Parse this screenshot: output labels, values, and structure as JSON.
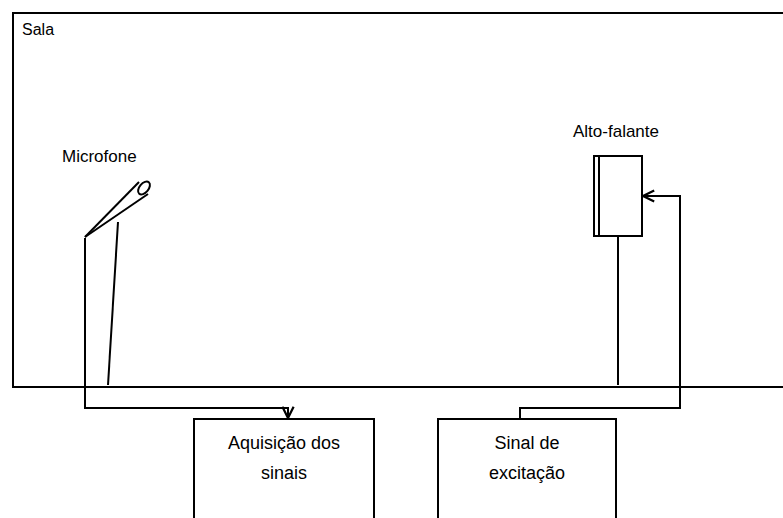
{
  "diagram": {
    "nodes": [
      {
        "text": [
          "Sala"
        ]
      },
      {
        "text": [
          "Microfone"
        ],
        "in": 0
      },
      {
        "text": [
          "Alto-falante"
        ],
        "in": 0
      },
      {
        "text": [
          "Aquisição dos sinais"
        ]
      },
      {
        "text": [
          "Sinal de excitação"
        ]
      }
    ],
    "edges": [
      {
        "from": 1,
        "to": 3,
        "arrow": "to"
      },
      {
        "from": 4,
        "to": 2,
        "arrow": "to"
      }
    ]
  }
}
